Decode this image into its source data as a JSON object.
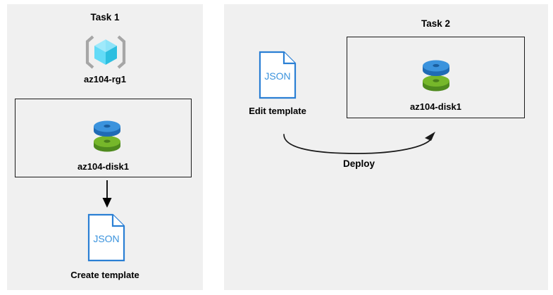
{
  "diagram": {
    "type": "azure-arm-template-flow",
    "background_color": "#ffffff",
    "panel_color": "#f0f0f0",
    "accent_blue": "#2a7fd4",
    "accent_green": "#6fac2f",
    "accent_cyan": "#4fd5f5",
    "stroke_color": "#1a1a1a"
  },
  "left_panel": {
    "title": "Task 1",
    "resource_group": {
      "icon": "resource-group-cube-icon",
      "label": "az104-rg1"
    },
    "disk": {
      "icon": "managed-disk-icon",
      "label": "az104-disk1"
    },
    "arrow": {
      "direction": "down",
      "label": ""
    },
    "template": {
      "icon": "json-document-icon",
      "icon_text": "JSON",
      "label": "Create template"
    }
  },
  "right_panel": {
    "title": "Task 2",
    "template": {
      "icon": "json-document-icon",
      "icon_text": "JSON",
      "label": "Edit template"
    },
    "disk": {
      "icon": "managed-disk-icon",
      "label": "az104-disk1"
    },
    "arrow": {
      "direction": "curved-right",
      "label": "Deploy"
    }
  }
}
